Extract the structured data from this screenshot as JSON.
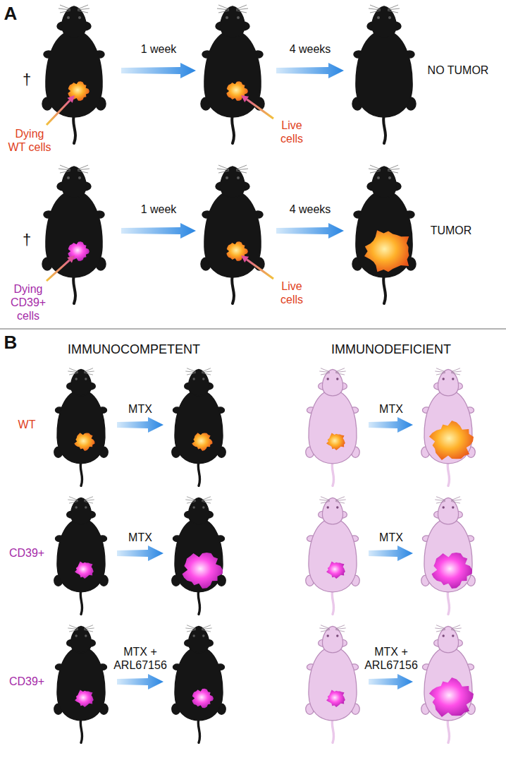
{
  "diagram": {
    "labels": [
      "A",
      "†",
      "Dying WT cells",
      "1 week",
      "Live cells",
      "4 weeks",
      "NO TUMOR",
      "†",
      "Dying CD39+ cells",
      "1 week",
      "Live cells",
      "4 weeks",
      "TUMOR",
      "B",
      "IMMUNOCOMPETENT",
      "IMMUNODEFICIENT",
      "WT",
      "MTX",
      "CD39+",
      "MTX",
      "CD39+",
      "MTX + ARL67156",
      "MTX",
      "MTX",
      "MTX + ARL67156"
    ]
  }
}
